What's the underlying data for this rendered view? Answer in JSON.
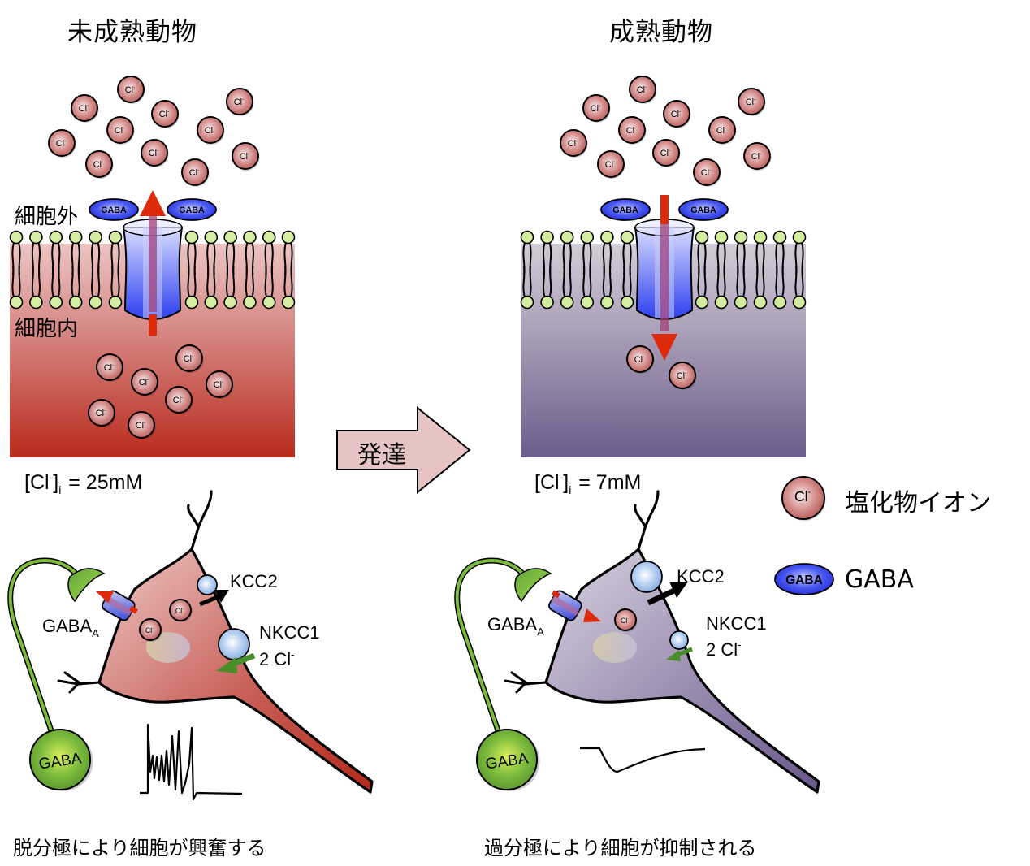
{
  "panels": {
    "immature": {
      "title": "未成熟動物",
      "extracellular_label": "細胞外",
      "intracellular_label": "細胞内",
      "concentration": {
        "prefix": "[Cl",
        "sup": "-",
        "bracket_close": "]",
        "sub": "i",
        "value": "= 25mM",
        "mM": 25
      },
      "cl_flow_direction": "outward",
      "extracellular_cl_count": 12,
      "intracellular_cl_count": 7,
      "neuron": {
        "receptor_label": "GABA",
        "receptor_sub": "A",
        "kcc2_label": "KCC2",
        "nkcc1_label": "NKCC1",
        "nkcc1_ion_label": "2 Cl",
        "nkcc1_ion_sup": "-",
        "presynaptic_label": "GABA",
        "kcc2_expression": "low",
        "nkcc1_expression": "high",
        "trace": "burst-firing"
      },
      "caption": "脱分極により細胞が興奮する",
      "colors": {
        "cytoplasm_top": "#e2a8a6",
        "cytoplasm_bottom": "#b8281a"
      }
    },
    "mature": {
      "title": "成熟動物",
      "concentration": {
        "prefix": "[Cl",
        "sup": "-",
        "bracket_close": "]",
        "sub": "i",
        "value": "= 7mM",
        "mM": 7
      },
      "cl_flow_direction": "inward",
      "extracellular_cl_count": 12,
      "intracellular_cl_count": 2,
      "neuron": {
        "receptor_label": "GABA",
        "receptor_sub": "A",
        "kcc2_label": "KCC2",
        "nkcc1_label": "NKCC1",
        "nkcc1_ion_label": "2 Cl",
        "nkcc1_ion_sup": "-",
        "presynaptic_label": "GABA",
        "kcc2_expression": "high",
        "nkcc1_expression": "low",
        "trace": "hyperpolarization"
      },
      "caption": "過分極により細胞が抑制される",
      "colors": {
        "cytoplasm_top": "#cdc6d6",
        "cytoplasm_bottom": "#6b5a8a"
      }
    }
  },
  "transition_arrow": {
    "label": "発達"
  },
  "ion": {
    "label": "Cl",
    "sup": "-"
  },
  "gaba_molecule_label": "GABA",
  "legend": {
    "items": [
      {
        "icon": "chloride-ion-icon",
        "label": "塩化物イオン"
      },
      {
        "icon": "gaba-molecule-icon",
        "label": "GABA"
      }
    ]
  },
  "colors": {
    "ion_fill": "#c9706e",
    "gaba_fill": "#2433e6",
    "lipid_head": "#d4eda0",
    "channel_blue": "#3a4df0",
    "flow_arrow": "#dd2a0a",
    "presynaptic_green": "#7dbb3c",
    "transporter_blue": "#a9c7ee",
    "nkcc1_arrow": "#4a8e2a",
    "dev_arrow_fill": "#e6c4c3"
  }
}
